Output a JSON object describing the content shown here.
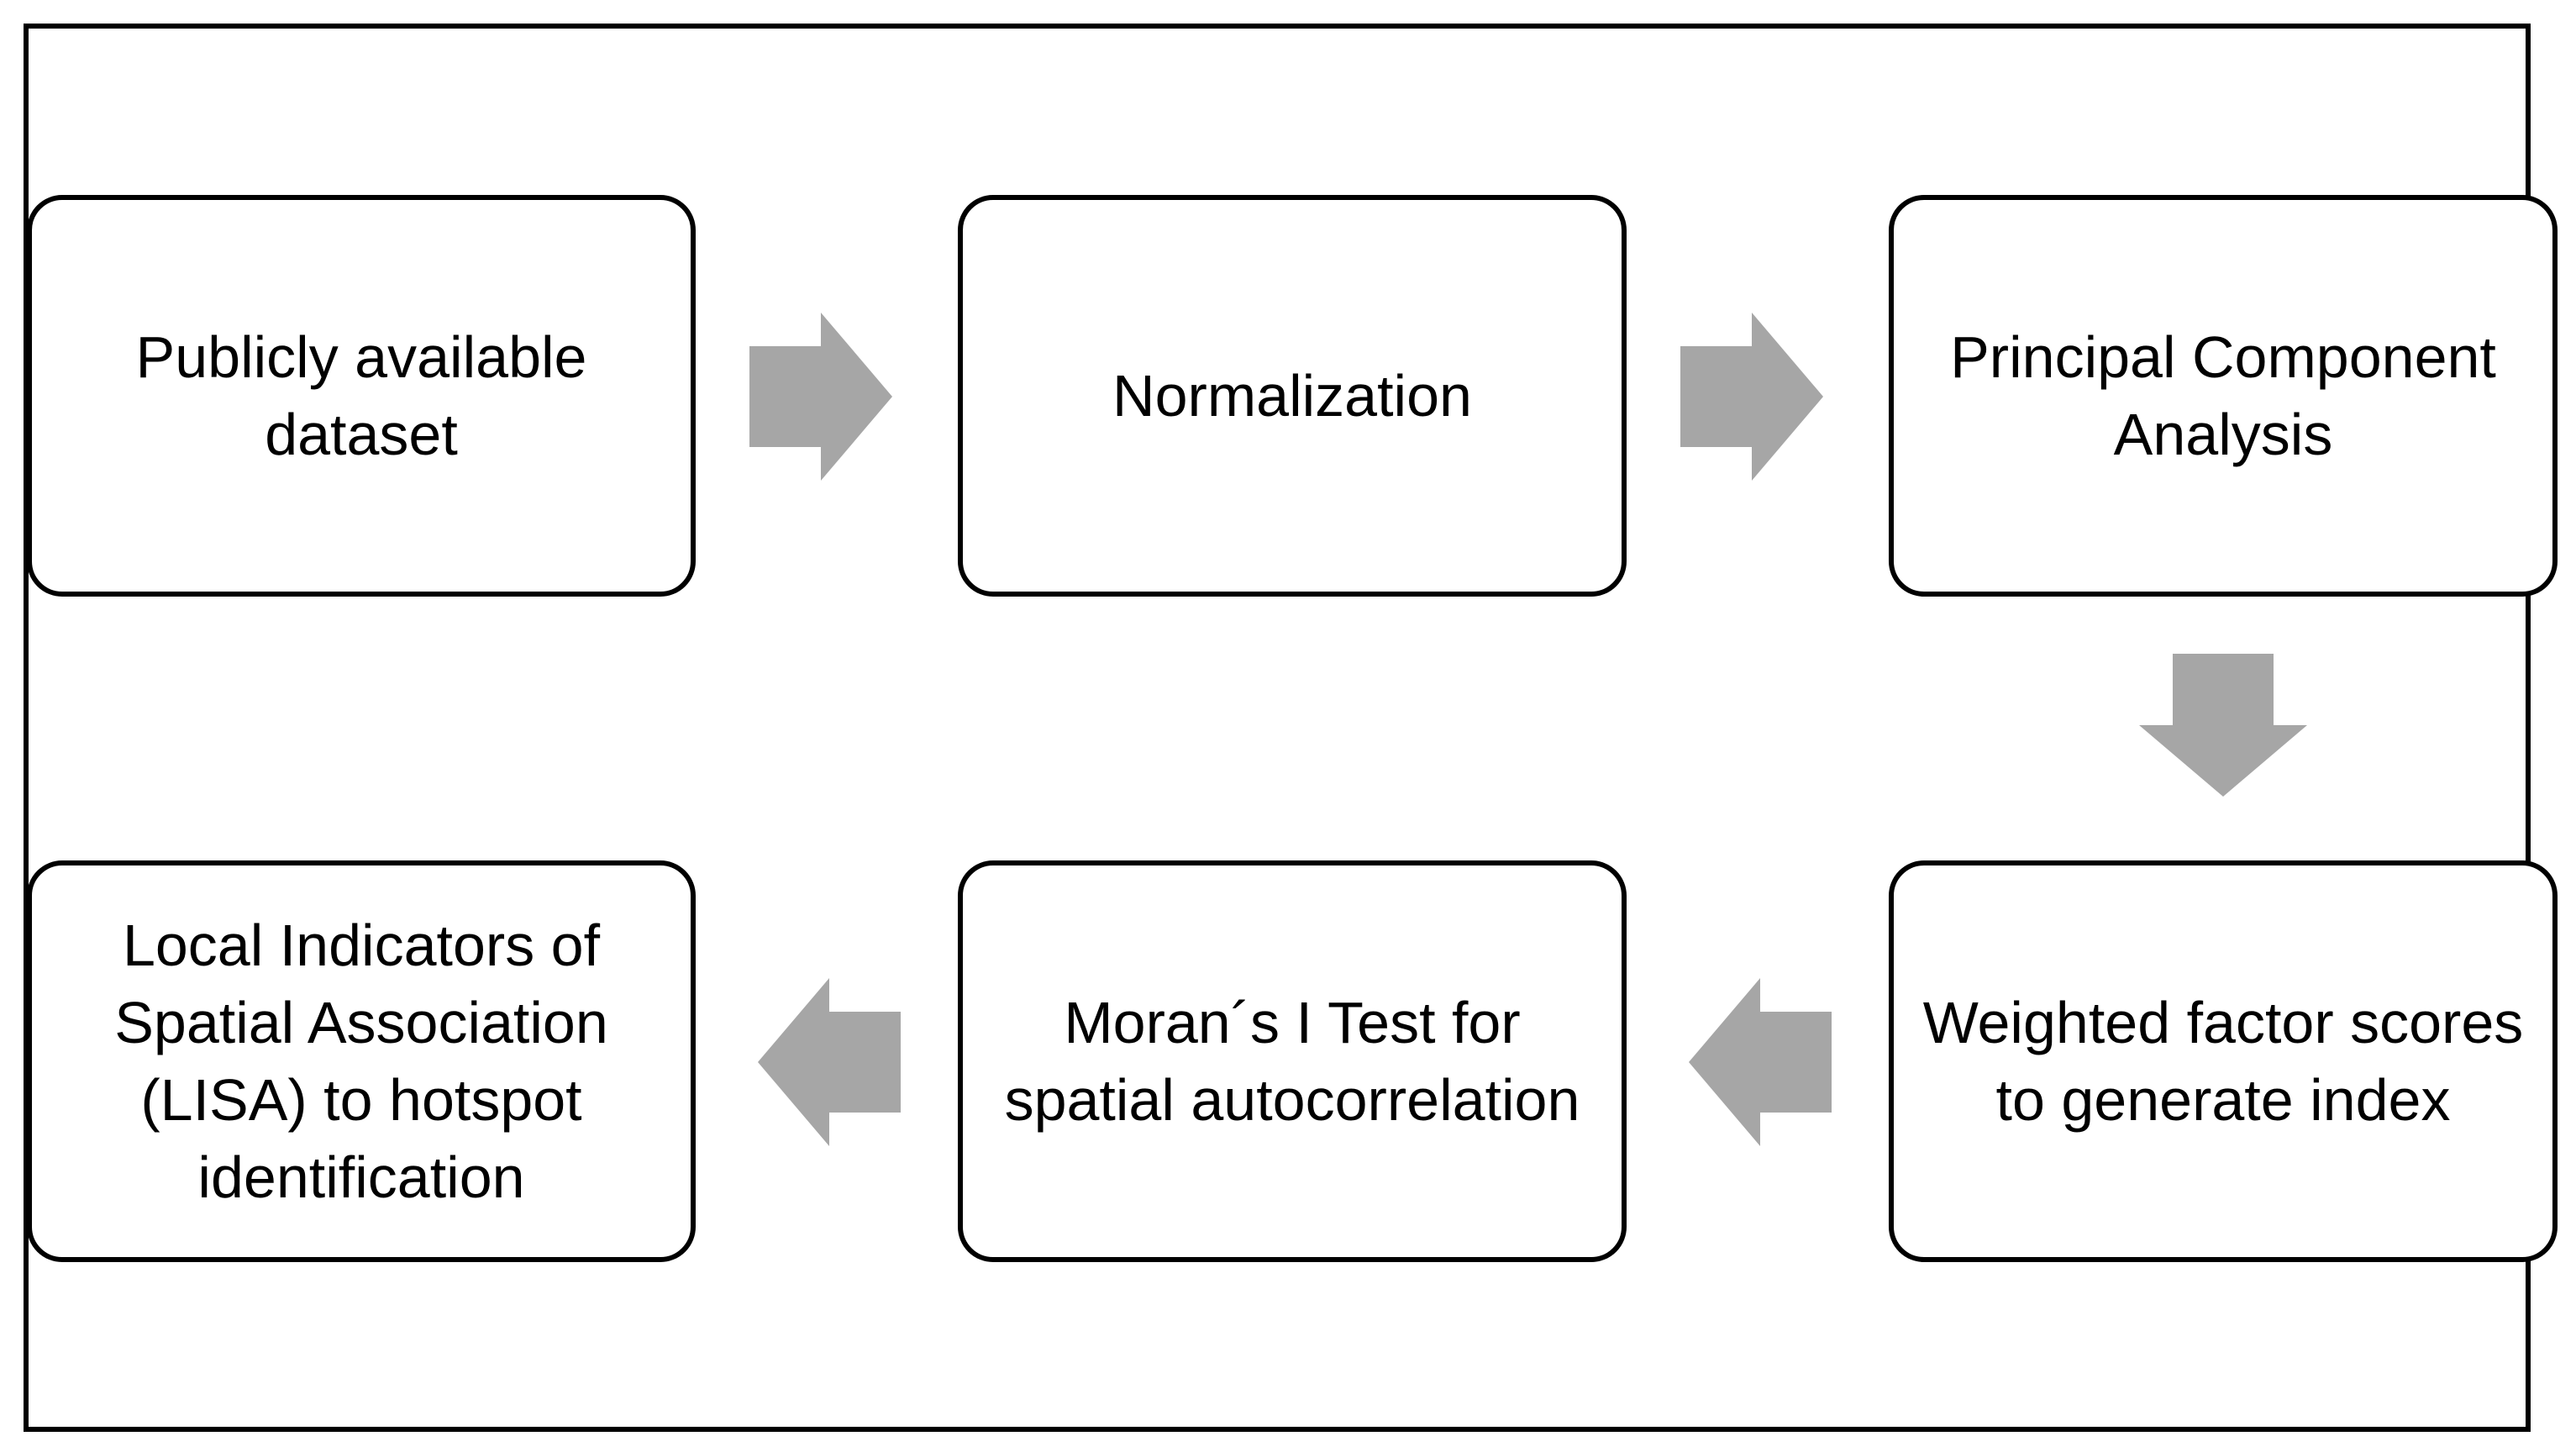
{
  "diagram": {
    "steps": [
      {
        "label": "Publicly available dataset"
      },
      {
        "label": "Normalization"
      },
      {
        "label": "Principal Component Analysis"
      },
      {
        "label": "Weighted factor scores to generate index"
      },
      {
        "label": "Moran´s I Test for spatial autocorrelation"
      },
      {
        "label": "Local Indicators of Spatial Association (LISA) to hotspot identification"
      }
    ],
    "arrow_color": "#a6a6a6",
    "box_border_color": "#000000"
  }
}
